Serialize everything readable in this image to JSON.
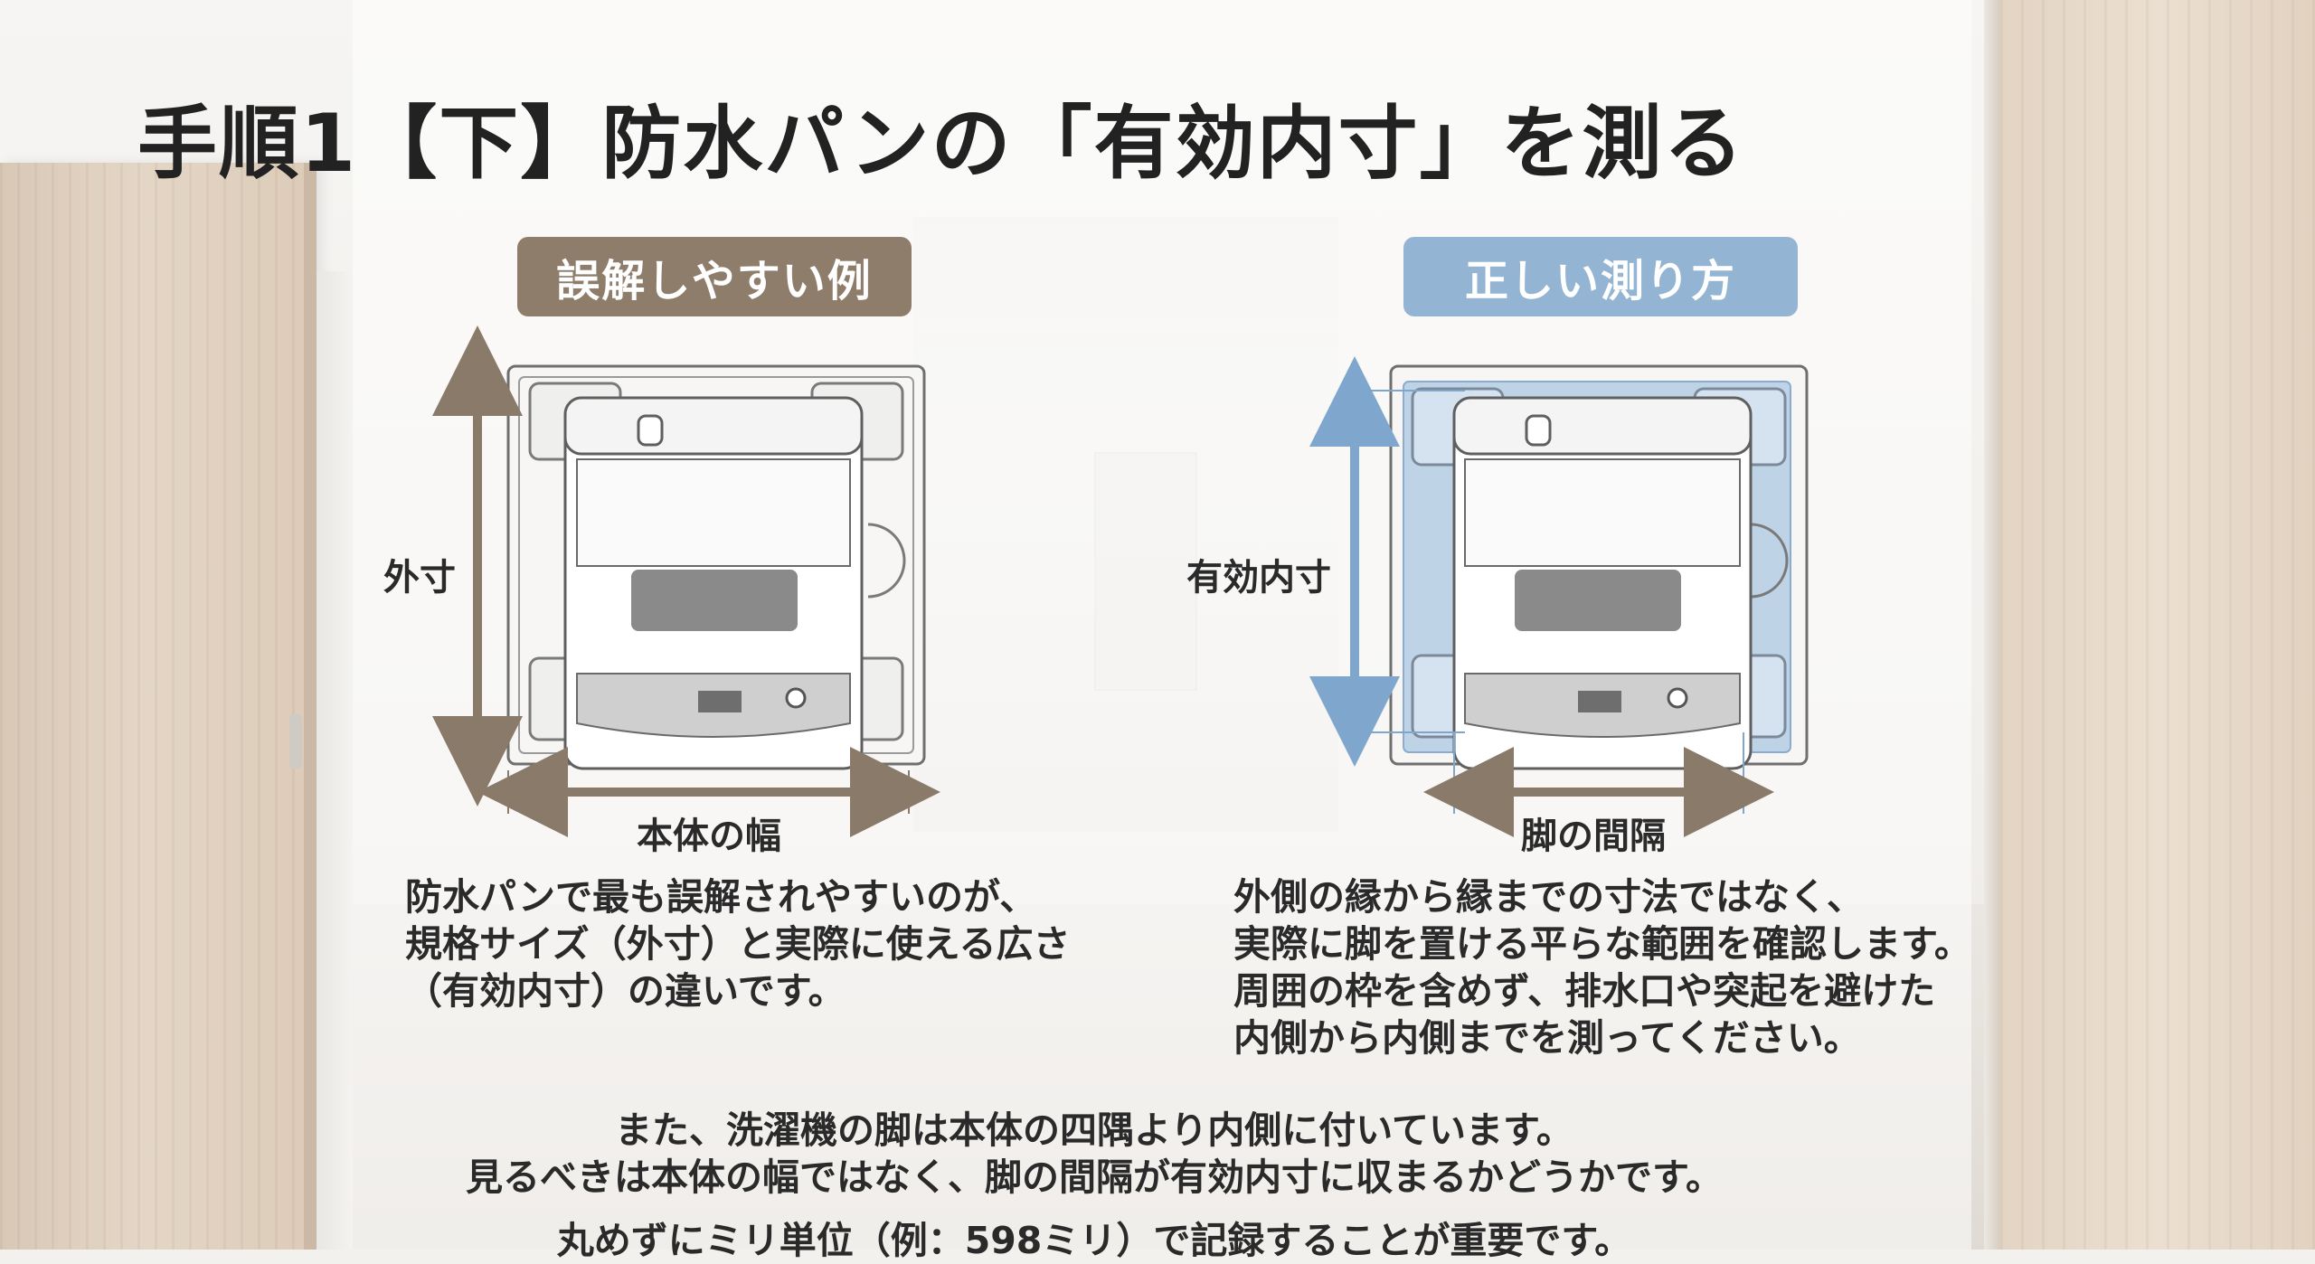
{
  "title": "手順1【下】防水パンの「有効内寸」を測る",
  "panels": {
    "wrong": {
      "badge": "誤解しやすい例",
      "vertical_label": "外寸",
      "horizontal_label": "本体の幅",
      "description": [
        "防水パンで最も誤解されやすいのが、",
        "規格サイズ（外寸）と実際に使える広さ",
        "（有効内寸）の違いです。"
      ]
    },
    "right": {
      "badge": "正しい測り方",
      "vertical_label": "有効内寸",
      "horizontal_label": "脚の間隔",
      "description": [
        "外側の縁から縁までの寸法ではなく、",
        "実際に脚を置ける平らな範囲を確認します。",
        "周囲の枠を含めず、排水口や突起を避けた",
        "内側から内側までを測ってください。"
      ]
    }
  },
  "note": [
    "また、洗濯機の脚は本体の四隅より内側に付いています。",
    "見るべきは本体の幅ではなく、脚の間隔が有効内寸に収まるかどうかです。"
  ],
  "note_cut": "丸めずにミリ単位（例：598ミリ）で記録することが重要です。",
  "colors": {
    "wrong_accent": "#8f7d6c",
    "right_accent": "#93b4d2",
    "arrow_brown": "#8a7a6a",
    "arrow_blue": "#7fa6cc",
    "inner_fill": "#b9d0e6"
  }
}
